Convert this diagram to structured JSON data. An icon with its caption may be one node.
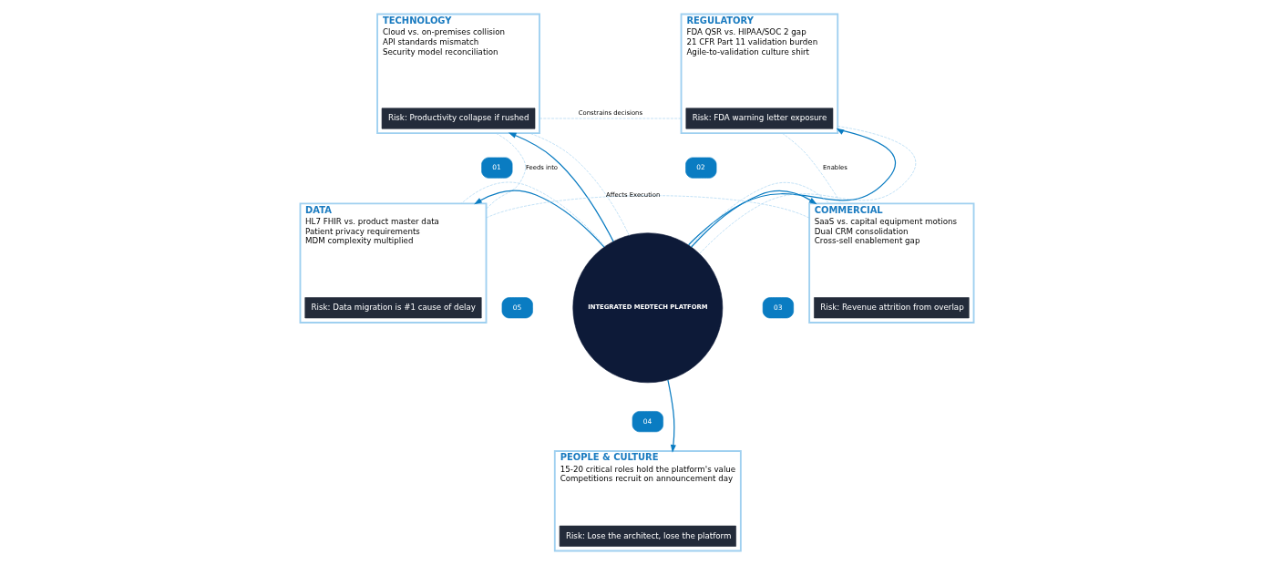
{
  "diagram": {
    "nodes": [
      {
        "text": [
          "TECHNOLOGY",
          "Cloud vs. on-premises collision",
          "API standards mismatch",
          "Security model reconciliation"
        ]
      },
      {
        "text": [
          "Risk: Productivity collapse if rushed"
        ],
        "in": 0
      },
      {
        "text": [
          "REGULATORY",
          "FDA QSR vs. HIPAA/SOC 2 gap",
          "21 CFR Part 11 validation burden",
          "Agile-to-validation culture shirt"
        ]
      },
      {
        "text": [
          "Risk: FDA warning letter exposure"
        ],
        "in": 2
      },
      {
        "text": [
          "INTEGRATED MEDTECH PLATFORM"
        ]
      },
      {
        "text": [
          "01"
        ]
      },
      {
        "text": [
          "02"
        ]
      },
      {
        "text": [
          "03"
        ]
      },
      {
        "text": [
          "04"
        ]
      },
      {
        "text": [
          "05"
        ]
      },
      {
        "text": [
          "DATA",
          "HL7 FHIR vs. product master data",
          "Patient privacy requirements",
          "MDM complexity multiplied"
        ]
      },
      {
        "text": [
          "Risk: Data migration is #1 cause of delay"
        ],
        "in": 10
      },
      {
        "text": [
          "COMMERCIAL",
          "SaaS vs. capital equipment motions",
          "Dual CRM consolidation",
          "Cross-sell enablement gap"
        ]
      },
      {
        "text": [
          "Risk: Revenue attrition from overlap"
        ],
        "in": 12
      },
      {
        "text": [
          "PEOPLE & CULTURE",
          "15-20 critical roles hold the platform's value",
          "Competitions recruit on announcement day"
        ]
      },
      {
        "text": [
          "Risk: Lose the architect, lose the platform"
        ],
        "in": 14
      }
    ],
    "edges": [
      {
        "from": 4,
        "to": 0,
        "arrow": "to",
        "color": "#0a7cc2"
      },
      {
        "from": 4,
        "to": 2,
        "arrow": "to",
        "color": "#0a7cc2"
      },
      {
        "from": 4,
        "to": 10,
        "arrow": "to",
        "color": "#0a7cc2"
      },
      {
        "from": 4,
        "to": 12,
        "arrow": "to",
        "color": "#0a7cc2"
      },
      {
        "from": 4,
        "to": 14,
        "arrow": "to",
        "color": "#0a7cc2"
      },
      {
        "from": 0,
        "to": 2,
        "arrow": "none",
        "style": "dashed",
        "color": "#9fd0f0",
        "label": "Constrains decisions"
      },
      {
        "from": 0,
        "to": 10,
        "arrow": "none",
        "style": "dashed",
        "color": "#9fd0f0",
        "label": "Feeds into"
      },
      {
        "from": 4,
        "to": 0,
        "arrow": "none",
        "style": "dashed",
        "color": "#9fd0f0"
      },
      {
        "from": 4,
        "to": 10,
        "arrow": "none",
        "style": "dashed",
        "color": "#9fd0f0"
      },
      {
        "from": 4,
        "to": 2,
        "arrow": "none",
        "style": "dashed",
        "color": "#9fd0f0"
      },
      {
        "from": 2,
        "to": 12,
        "arrow": "none",
        "style": "dashed",
        "color": "#9fd0f0",
        "label": "Enables"
      },
      {
        "from": 4,
        "to": 12,
        "arrow": "none",
        "style": "dashed",
        "color": "#9fd0f0"
      },
      {
        "from": 10,
        "to": 12,
        "arrow": "none",
        "style": "dashed",
        "color": "#9fd0f0",
        "label": "Affects Execution"
      }
    ]
  }
}
